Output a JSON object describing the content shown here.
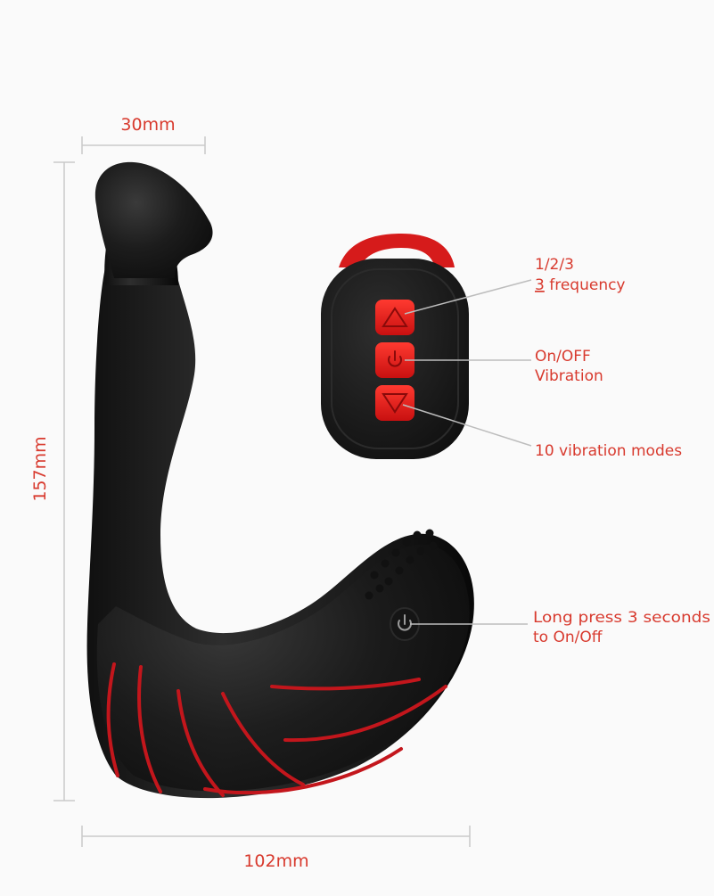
{
  "dimensions": {
    "width_top": "30mm",
    "height": "157mm",
    "width_bottom": "102mm"
  },
  "callouts": {
    "frequency": {
      "line1": "1/2/3",
      "line2_digit": "3",
      "line2_rest": " frequency"
    },
    "onoff": {
      "line1": "On/OFF",
      "line2": "Vibration"
    },
    "modes": {
      "line1": "10 vibration modes"
    },
    "longpress": {
      "line1": "Long press 3 seconds",
      "line2": "to On/Off"
    }
  },
  "colors": {
    "accent": "#d83a2e",
    "product_black": "#1a1a1a",
    "product_red": "#c3161c",
    "button_red": "#e8201f"
  },
  "icons": {
    "up_button": "triangle-up-icon",
    "power_button": "power-icon",
    "down_button": "triangle-down-icon"
  }
}
